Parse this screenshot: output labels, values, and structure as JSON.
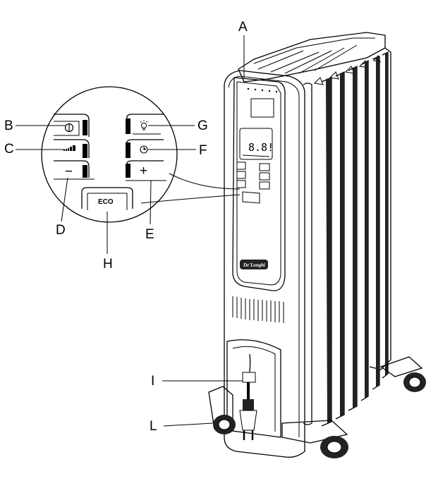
{
  "labels": {
    "A": "A",
    "B": "B",
    "C": "C",
    "D": "D",
    "E": "E",
    "F": "F",
    "G": "G",
    "H": "H",
    "I": "I",
    "L": "L"
  },
  "buttons": {
    "eco": "ECO",
    "minus": "−",
    "plus": "+"
  },
  "display": {
    "digits": "8.8!"
  },
  "brand": "De'Longhi",
  "icons": {
    "B": "power-icon",
    "C": "level-bars-icon",
    "G": "light-bulb-icon",
    "F": "clock-icon"
  }
}
